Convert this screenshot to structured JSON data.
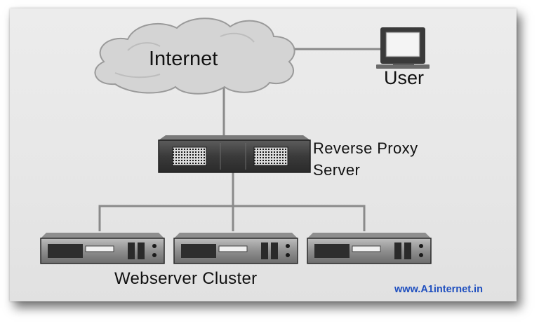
{
  "diagram": {
    "internet_label": "Internet",
    "user_label": "User",
    "proxy_label_line1": "Reverse Proxy",
    "proxy_label_line2": "Server",
    "cluster_label": "Webserver Cluster",
    "watermark": "www.A1internet.in"
  },
  "colors": {
    "watermark": "#1f4fbf",
    "cloud_fill": "#d4d4d4",
    "line": "#8a8a8a"
  },
  "icons": [
    "cloud-icon",
    "user-computer-icon",
    "proxy-server-icon",
    "webserver-icon"
  ]
}
